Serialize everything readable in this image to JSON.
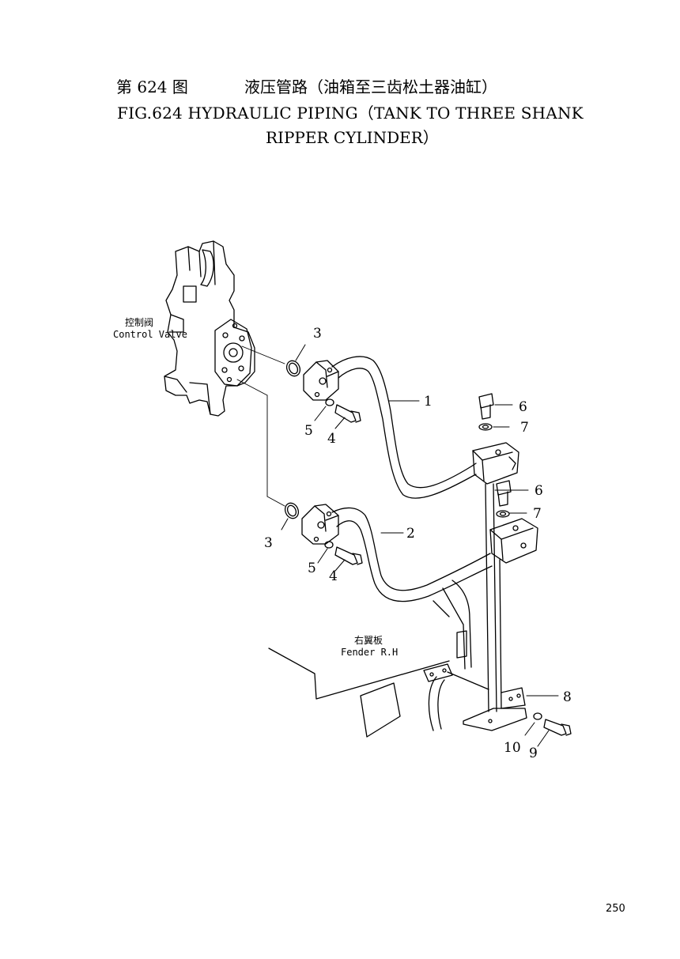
{
  "header": {
    "fig_cn": "第 624 图",
    "title_cn": "液压管路（油箱至三齿松土器油缸）",
    "title_en_line1": "FIG.624    HYDRAULIC PIPING（TANK TO THREE SHANK",
    "title_en_line2": "RIPPER CYLINDER）"
  },
  "diagram": {
    "control_valve_cn": "控制阀",
    "control_valve_en": "Control Valve",
    "fender_cn": "右翼板",
    "fender_en": "Fender R.H",
    "callouts": [
      "1",
      "2",
      "3",
      "3",
      "4",
      "4",
      "5",
      "5",
      "6",
      "6",
      "7",
      "7",
      "8",
      "9",
      "10"
    ]
  },
  "page_number": "250"
}
